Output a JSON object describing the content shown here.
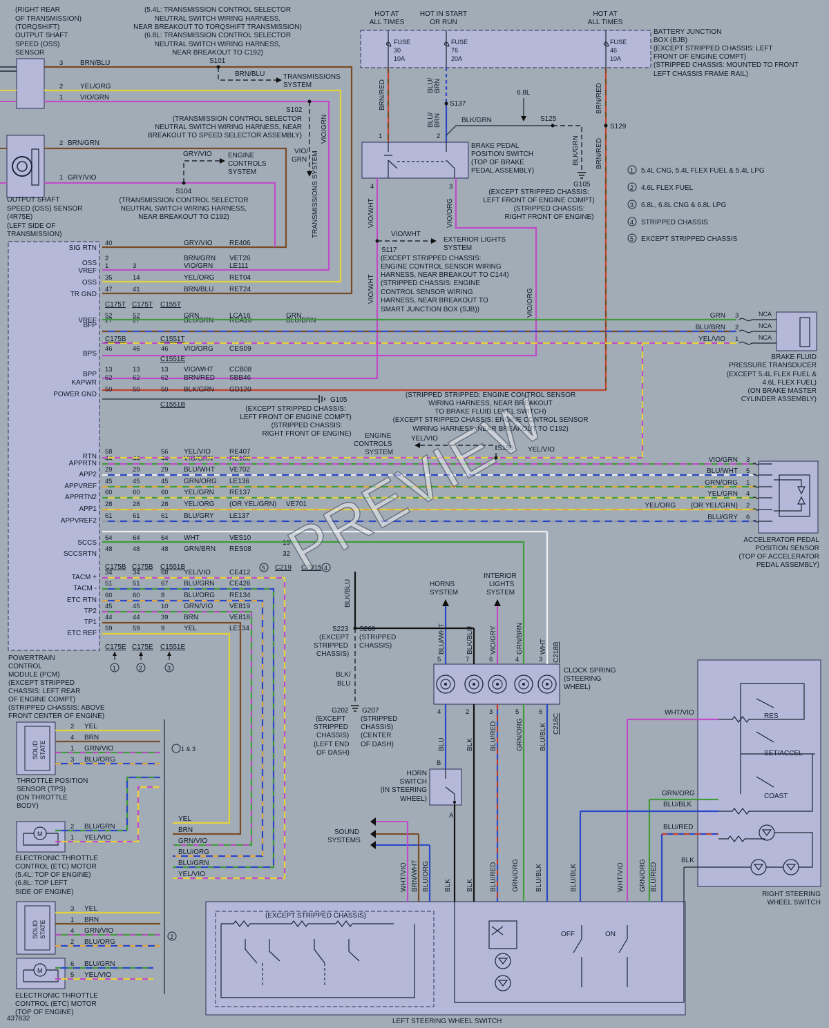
{
  "watermark": "PREVIEW",
  "figure_id": "437832",
  "top_notes": {
    "rear_oss": [
      "(RIGHT REAR",
      "OF TRANSMISSION)",
      "(TORQSHIFT)",
      "OUTPUT SHAFT",
      "SPEED (OSS)",
      "SENSOR"
    ],
    "s101_note": [
      "(5.4L: TRANSMISSION CONTROL SELECTOR",
      "NEUTRAL SWITCH WIRING HARNESS,",
      "NEAR BREAKOUT TO TORQSHIFT TRANSMISSION)",
      "(6.8L: TRANSMISSION CONTROL SELECTOR",
      "NEUTRAL SWITCH WIRING HARNESS,",
      "NEAR BREAKOUT TO C192)"
    ],
    "s101": "S101",
    "trans_system": [
      "TRANSMISSIONS",
      "SYSTEM"
    ],
    "s102": "S102",
    "s102_note": [
      "(TRANSMISSION CONTROL SELECTOR",
      "NEUTRAL SWITCH WIRING HARNESS, NEAR",
      "BREAKOUT TO SPEED SELECTOR ASSEMBLY)"
    ],
    "engine_controls": [
      "ENGINE",
      "CONTROLS",
      "SYSTEM"
    ],
    "s104": "S104",
    "s104_note": [
      "(TRANSMISSION CONTROL SELECTOR",
      "NEUTRAL SWITCH WIRING HARNESS,",
      "NEAR BREAKOUT TO C192)"
    ],
    "oss_4r75e": [
      "OUTPUT SHAFT",
      "SPEED (OSS) SENSOR",
      "(4R75E)",
      "(LEFT SIDE OF",
      "TRANSMISSION)"
    ],
    "trans_vertical": "TRANSMISSIONS SYSTEM",
    "vio_grn_vertical": "VIO/GRN",
    "vio_grn_side": [
      "VIO/",
      "GRN"
    ]
  },
  "sensor_wires": [
    {
      "pin": "3",
      "color": "BRN/BLU"
    },
    {
      "pin": "2",
      "color": "YEL/ORG"
    },
    {
      "pin": "1",
      "color": "VIO/GRN"
    },
    {
      "pin": "2",
      "color": "BRN/GRN"
    },
    {
      "pin": "1",
      "color": "GRY/VIO"
    },
    {
      "pin": "",
      "color": "BRN/BLU"
    },
    {
      "pin": "",
      "color": "GRY/VIO"
    }
  ],
  "power": {
    "hot1": [
      "HOT AT",
      "ALL TIMES"
    ],
    "hot2": [
      "HOT IN START",
      "OR RUN"
    ],
    "hot3": [
      "HOT AT",
      "ALL TIMES"
    ],
    "fuses": [
      {
        "name": "FUSE",
        "num": "30",
        "amp": "10A"
      },
      {
        "name": "FUSE",
        "num": "76",
        "amp": "20A"
      },
      {
        "name": "FUSE",
        "num": "46",
        "amp": "10A"
      }
    ],
    "bjb": [
      "BATTERY JUNCTION",
      "BOX (BJB)",
      "(EXCEPT STRIPPED CHASSIS: LEFT",
      "FRONT OF ENGINE COMPT)",
      "(STRIPPED CHASSIS: MOUNTED TO FRONT",
      "LEFT CHASSIS FRAME RAIL)"
    ],
    "s137": "S137",
    "s125": "S125",
    "s129": "S129",
    "l68": "6.8L",
    "blk_grn": "BLK/GRN",
    "brn_red": "BRN/RED",
    "blu_brn": [
      "BLU/",
      "BRN"
    ],
    "g105": "G105",
    "g105_note": [
      "(EXCEPT STRIPPED CHASSIS:",
      "LEFT FRONT OF ENGINE COMPT)",
      "(STRIPPED CHASSIS:",
      "RIGHT FRONT OF ENGINE)"
    ]
  },
  "brake_switch": {
    "label": [
      "BRAKE PEDAL",
      "POSITION SWITCH",
      "(TOP OF BRAKE",
      "PEDAL ASSEMBLY)"
    ],
    "pins": [
      "1",
      "2",
      "4",
      "3"
    ],
    "vio_wht": "VIO/WHT",
    "vio_org": "VIO/ORG",
    "ext_lights": [
      "EXTERIOR LIGHTS",
      "SYSTEM"
    ],
    "s117": "S117",
    "s117_note": [
      "(EXCEPT STRIPPED CHASSIS:",
      "ENGINE CONTROL SENSOR WIRING",
      "HARNESS, NEAR BREAKOUT TO C144)",
      "(STRIPPED CHASSIS: ENGINE",
      "CONTROL SENSOR WIRING",
      "HARNESS, NEAR BREAKOUT TO",
      "SMART JUNCTION BOX (SJB))"
    ]
  },
  "legend": [
    {
      "num": "1",
      "text": "5.4L CNG, 5.4L FLEX FUEL & 5.4L LPG"
    },
    {
      "num": "2",
      "text": "4.6L FLEX FUEL"
    },
    {
      "num": "3",
      "text": "6.8L, 6.8L CNG & 6.8L LPG"
    },
    {
      "num": "4",
      "text": "STRIPPED CHASSIS"
    },
    {
      "num": "5",
      "text": "EXCEPT STRIPPED CHASSIS"
    }
  ],
  "pcm": {
    "label": [
      "POWERTRAIN",
      "CONTROL",
      "MODULE (PCM)",
      "(EXCEPT STRIPPED",
      "CHASSIS: LEFT REAR",
      "OF ENGINE COMPT)",
      "(STRIPPED CHASSIS: ABOVE",
      "FRONT CENTER OF ENGINE)"
    ],
    "connectors_a": [
      "C175T",
      "C175T",
      "C155T"
    ],
    "connectors_b": [
      "C175B",
      "C1551T"
    ],
    "connectors_c": [
      "C1551E"
    ],
    "connectors_d": [
      "C1551B"
    ],
    "connectors_e": [
      "C175B",
      "C175B",
      "C1551B"
    ],
    "connectors_f": [
      "C175E",
      "C175E",
      "C1551E"
    ],
    "config_marks": [
      "1",
      "2",
      "3"
    ],
    "rows": [
      {
        "sig": "SIG RTN",
        "c1": "40",
        "c2": "",
        "c3": "",
        "wire": "GRY/VIO",
        "circ": "RE406"
      },
      {
        "sig": "OSS",
        "c1": "2",
        "c2": "",
        "c3": "",
        "wire": "BRN/GRN",
        "circ": "VET26"
      },
      {
        "sig": "VREF",
        "c1": "1",
        "c2": "3",
        "c3": "",
        "wire": "VIO/GRN",
        "circ": "LE111"
      },
      {
        "sig": "OSS",
        "c1": "35",
        "c2": "14",
        "c3": "",
        "wire": "YEL/ORG",
        "circ": "RET04"
      },
      {
        "sig": "TR GND",
        "c1": "47",
        "c2": "41",
        "c3": "",
        "wire": "BRN/BLU",
        "circ": "RET24"
      },
      {
        "sig": "VREF",
        "c1": "52",
        "c2": "52",
        "c3": "",
        "wire": "GRN",
        "circ": "LCA16",
        "far": "GRN"
      },
      {
        "sig": "BFP",
        "c1": "27",
        "c2": "27",
        "c3": "",
        "wire": "BLU/BRN",
        "circ": "RCA16",
        "far": "BLU/BRN"
      },
      {
        "sig": "BPS",
        "c1": "46",
        "c2": "46",
        "c3": "46",
        "wire": "VIO/ORG",
        "circ": "CES09"
      },
      {
        "sig": "BPP",
        "c1": "13",
        "c2": "13",
        "c3": "13",
        "wire": "VIO/WHT",
        "circ": "CCB08"
      },
      {
        "sig": "KAPWR",
        "c1": "62",
        "c2": "62",
        "c3": "62",
        "wire": "BRN/RED",
        "circ": "SBB46"
      },
      {
        "sig": "POWER GND",
        "c1": "50",
        "c2": "50",
        "c3": "50",
        "wire": "BLK/GRN",
        "circ": "GD120"
      },
      {
        "sig": "RTN",
        "c1": "58",
        "c2": "",
        "c3": "56",
        "wire": "YEL/VIO",
        "circ": "RE407"
      },
      {
        "sig": "APPRTN",
        "c1": "44",
        "c2": "44",
        "c3": "44",
        "wire": "VIO/GRN",
        "circ": "RE136"
      },
      {
        "sig": "APP2",
        "c1": "29",
        "c2": "29",
        "c3": "29",
        "wire": "BLU/WHT",
        "circ": "VE702"
      },
      {
        "sig": "APPVREF",
        "c1": "45",
        "c2": "45",
        "c3": "45",
        "wire": "GRN/ORG",
        "circ": "LE136"
      },
      {
        "sig": "APPRTN2",
        "c1": "60",
        "c2": "60",
        "c3": "60",
        "wire": "YEL/GRN",
        "circ": "RE137"
      },
      {
        "sig": "APP1",
        "c1": "28",
        "c2": "28",
        "c3": "28",
        "wire": "YEL/ORG",
        "circ": "(OR YEL/GRN)",
        "far": "VE701"
      },
      {
        "sig": "APPVREF2",
        "c1": "61",
        "c2": "61",
        "c3": "61",
        "wire": "BLU/GRY",
        "circ": "LE137"
      },
      {
        "sig": "SCCS",
        "c1": "64",
        "c2": "64",
        "c3": "64",
        "wire": "WHT",
        "circ": "VES10",
        "far": "19"
      },
      {
        "sig": "SCCSRTN",
        "c1": "48",
        "c2": "48",
        "c3": "48",
        "wire": "GRN/BRN",
        "circ": "RES08",
        "far": "32"
      },
      {
        "sig": "TACM +",
        "c1": "34",
        "c2": "34",
        "c3": "68",
        "wire": "YEL/VIO",
        "circ": "CE412"
      },
      {
        "sig": "TACM -",
        "c1": "51",
        "c2": "51",
        "c3": "67",
        "wire": "BLU/GRN",
        "circ": "CE426"
      },
      {
        "sig": "ETC RTN",
        "c1": "60",
        "c2": "60",
        "c3": "8",
        "wire": "BLU/ORG",
        "circ": "RE134"
      },
      {
        "sig": "TP2",
        "c1": "45",
        "c2": "45",
        "c3": "10",
        "wire": "GRN/VIO",
        "circ": "VE819"
      },
      {
        "sig": "TP1",
        "c1": "44",
        "c2": "44",
        "c3": "39",
        "wire": "BRN",
        "circ": "VE818"
      },
      {
        "sig": "ETC REF",
        "c1": "59",
        "c2": "59",
        "c3": "9",
        "wire": "YEL",
        "circ": "LE134"
      }
    ],
    "c219": "C219",
    "c2915": "C2915",
    "mark5": "5",
    "mark4": "4"
  },
  "bfpt": {
    "label": [
      "BRAKE FLUID",
      "PRESSURE TRANSDUCER",
      "(EXCEPT 5.4L FLEX FUEL &",
      "4.6L FLEX FUEL)",
      "(ON BRAKE MASTER",
      "CYLINDER ASSEMBLY)"
    ],
    "pins": [
      {
        "wire": "GRN",
        "pin": "3",
        "nc": "NCA"
      },
      {
        "wire": "BLU/BRN",
        "pin": "2",
        "nc": "NCA"
      },
      {
        "wire": "YEL/VIO",
        "pin": "1",
        "nc": "NCA"
      }
    ],
    "note_stripped": [
      "(STRIPPED STRIPPED: ENGINE CONTROL SENSOR",
      "WIRING HARNESS, NEAR BREAKOUT",
      "TO BRAKE FLUID LEVEL SWITCH)",
      "(EXCEPT STRIPPED CHASSIS: ENGINE CONTROL SENSOR",
      "WIRING HARNESS, NEAR BREAKOUT TO C192)"
    ],
    "g105": "G105",
    "g105_note": [
      "(EXCEPT STRIPPED CHASSIS:",
      "LEFT FRONT OF ENGINE COMPT)",
      "(STRIPPED CHASSIS:",
      "RIGHT FRONT OF ENGINE)"
    ],
    "engine_controls": [
      "ENGINE",
      "CONTROLS",
      "SYSTEM"
    ],
    "s156": "S156",
    "yel_vio": "YEL/VIO"
  },
  "app_sensor": {
    "label": [
      "ACCELERATOR PEDAL",
      "POSITION SENSOR",
      "(TOP OF ACCELERATOR",
      "PEDAL ASSEMBLY)"
    ],
    "pins": [
      {
        "wire": "VIO/GRN",
        "pin": "3"
      },
      {
        "wire": "BLU/WHT",
        "pin": "5"
      },
      {
        "wire": "GRN/ORG",
        "pin": "1"
      },
      {
        "wire": "YEL/GRN",
        "pin": "4"
      },
      {
        "wire": "(OR YEL/GRN)",
        "pin": "2",
        "alt": "YEL/ORG"
      },
      {
        "wire": "BLU/GRY",
        "pin": "6"
      }
    ]
  },
  "clock_spring": {
    "label": [
      "CLOCK SPRING",
      "(STEERING",
      "WHEEL)"
    ],
    "top": [
      {
        "pin": "5",
        "wire": "BLU/WHT"
      },
      {
        "pin": "7",
        "wire": "BLK/BLU"
      },
      {
        "pin": "6",
        "wire": "VIO/GRY"
      },
      {
        "pin": "4",
        "wire": "GRN/BRN"
      },
      {
        "pin": "3",
        "wire": "WHT"
      }
    ],
    "top_conn": "C218B",
    "bottom": [
      {
        "pin": "4",
        "wire": "BLU"
      },
      {
        "pin": "2",
        "wire": "BLK"
      },
      {
        "pin": "3",
        "wire": "BLU/RED"
      },
      {
        "pin": "5",
        "wire": "GRN/ORG"
      },
      {
        "pin": "6",
        "wire": "BLU/BLK"
      }
    ],
    "bottom_conn": "C218C",
    "horns": [
      "HORNS",
      "SYSTEM"
    ],
    "interior": [
      "INTERIOR",
      "LIGHTS",
      "SYSTEM"
    ],
    "blk_blu": "BLK/BLU",
    "s223": [
      "S223",
      "(EXCEPT",
      "STRIPPED",
      "CHASSIS)"
    ],
    "s260": [
      "S260",
      "(STRIPPED",
      "CHASSIS)"
    ],
    "blk_blu2": [
      "BLK/",
      "BLU"
    ],
    "g202": [
      "G202",
      "(EXCEPT",
      "STRIPPED",
      "CHASSIS)",
      "(LEFT END",
      "OF DASH)"
    ],
    "g207": [
      "G207",
      "(STRIPPED",
      "CHASSIS)",
      "(CENTER",
      "OF DASH)"
    ]
  },
  "horn_switch": {
    "label": [
      "HORN",
      "SWITCH",
      "(IN STEERING",
      "WHEEL)"
    ],
    "pin_b": "B",
    "pin_a": "A"
  },
  "sound": [
    "SOUND",
    "SYSTEMS"
  ],
  "bottom_wires": [
    "WHT/VIO",
    "BRN/WHT",
    "BLU/ORG",
    "BLK",
    "BLK",
    "BLU/RED",
    "GRN/ORG",
    "BLU/BLK",
    "BLU/BLK",
    "WHT/VIO",
    "GRN/ORG",
    "BLU/RED"
  ],
  "left_switch": {
    "label": "LEFT STEERING WHEEL SWITCH",
    "note": "(EXCEPT STRIPPED CHASSIS)",
    "off": "OFF",
    "on": "ON"
  },
  "right_switch": {
    "label": [
      "RIGHT STEERING",
      "WHEEL SWITCH"
    ],
    "res": "RES",
    "set": "SET/ACCEL",
    "coast": "COAST",
    "wires": [
      "WHT/VIO",
      "GRN/ORG",
      "BLU/BLK",
      "BLU/RED",
      "BLK"
    ]
  },
  "tps": {
    "label": [
      "THROTTLE POSITION",
      "SENSOR (TPS)",
      "(ON THROTTLE",
      "BODY)"
    ],
    "solid": [
      "SOLID",
      "STATE"
    ],
    "pins": [
      {
        "pin": "2",
        "wire": "YEL"
      },
      {
        "pin": "4",
        "wire": "BRN"
      },
      {
        "pin": "1",
        "wire": "GRN/VIO"
      },
      {
        "pin": "3",
        "wire": "BLU/ORG"
      }
    ],
    "mark": "1 & 3"
  },
  "etc1": {
    "label": [
      "ELECTRONIC THROTTLE",
      "CONTROL (ETC) MOTOR",
      "(5.4L: TOP OF ENGINE)",
      "(6.8L: TOP LEFT",
      "SIDE OF ENGINE)"
    ],
    "pins": [
      {
        "pin": "2",
        "wire": "BLU/GRN"
      },
      {
        "pin": "1",
        "wire": "YEL/VIO"
      }
    ],
    "motor": "M"
  },
  "tps2": {
    "solid": [
      "SOLID",
      "STATE"
    ],
    "pins": [
      {
        "pin": "3",
        "wire": "YEL"
      },
      {
        "pin": "1",
        "wire": "BRN"
      },
      {
        "pin": "4",
        "wire": "GRN/VIO"
      },
      {
        "pin": "2",
        "wire": "BLU/ORG"
      }
    ],
    "mark": "2"
  },
  "etc2": {
    "label": [
      "ELECTRONIC THROTTLE",
      "CONTROL (ETC) MOTOR",
      "(TOP OF ENGINE)"
    ],
    "pins": [
      {
        "pin": "6",
        "wire": "BLU/GRN"
      },
      {
        "pin": "5",
        "wire": "YEL/VIO"
      }
    ],
    "motor": "M"
  },
  "harness_labels": [
    "YEL",
    "BRN",
    "GRN/VIO",
    "BLU/ORG",
    "BLU/GRN",
    "YEL/VIO"
  ],
  "colors": {
    "BRN": "#7a4a24",
    "BLU": "#2b46c7",
    "YEL": "#e4d23a",
    "ORG": "#e4a93a",
    "VIO": "#c04bc8",
    "GRN": "#3f9a3a",
    "GRY": "#9aa0a8",
    "RED": "#c7402b",
    "WHT": "#eef0f2",
    "BLK": "#111111"
  }
}
